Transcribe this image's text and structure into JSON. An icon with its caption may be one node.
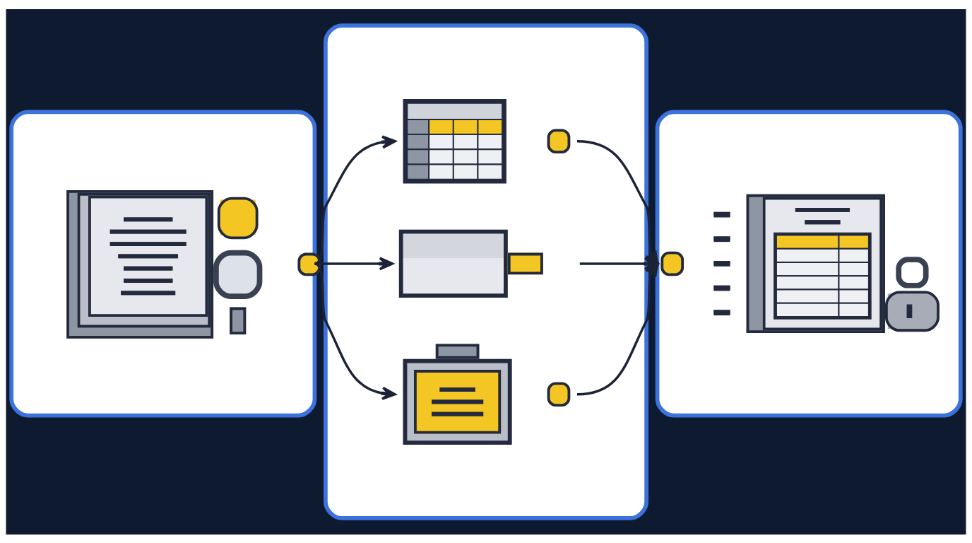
{
  "diagram": {
    "nodes": [
      {
        "text": [],
        "shape": "picture"
      },
      {
        "text": [],
        "shape": "box"
      },
      {
        "text": [],
        "shape": "picture",
        "in": 1
      },
      {
        "text": [],
        "shape": "picture",
        "in": 1
      },
      {
        "text": [],
        "shape": "picture",
        "in": 1
      },
      {
        "text": [],
        "shape": "picture"
      }
    ],
    "edges": [
      {
        "from": 0,
        "to": 2,
        "arrow": "to"
      },
      {
        "from": 0,
        "to": 3,
        "arrow": "to"
      },
      {
        "from": 0,
        "to": 4,
        "arrow": "to"
      },
      {
        "from": 2,
        "to": 5,
        "arrow": "to"
      },
      {
        "from": 3,
        "to": 5,
        "arrow": "to"
      },
      {
        "from": 4,
        "to": 5,
        "arrow": "to"
      }
    ]
  }
}
